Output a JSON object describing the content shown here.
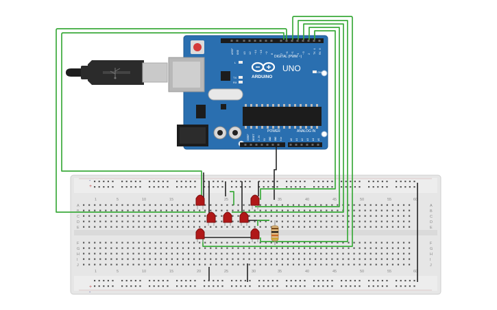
{
  "board": {
    "logo": "ARDUINO",
    "model": "UNO",
    "digital_header": "DIGITAL (PWM ~)",
    "power_header": "POWER",
    "analog_header": "ANALOG IN",
    "on_label": "ON",
    "l_label": "L",
    "tx_label": "TX",
    "rx_label": "RX",
    "digital_pins": [
      "AREF",
      "GND",
      "13",
      "12",
      "~11",
      "~10",
      "~9",
      "8",
      "7",
      "~6",
      "~5",
      "4",
      "~3",
      "2",
      "TX 1",
      "RX 0"
    ],
    "power_pins": [
      "IOREF",
      "RESET",
      "3.3V",
      "5V",
      "GND",
      "GND",
      "Vin"
    ],
    "analog_pins": [
      "A0",
      "A1",
      "A2",
      "A3",
      "A4",
      "A5"
    ]
  },
  "breadboard": {
    "column_numbers": [
      "1",
      "5",
      "10",
      "15",
      "20",
      "25",
      "30",
      "35",
      "40",
      "45",
      "50",
      "55",
      "60"
    ],
    "rows_top": [
      "A",
      "B",
      "C",
      "D",
      "E"
    ],
    "rows_bottom": [
      "F",
      "G",
      "H",
      "I",
      "J"
    ],
    "rail_plus": "+",
    "rail_minus": "-"
  },
  "colors": {
    "board": "#2a6fb0",
    "wire_signal": "#3aaa3a",
    "wire_ground": "#222222",
    "led": "#b01818",
    "breadboard": "#e6e6e6",
    "usb": "#2b2b2b"
  }
}
